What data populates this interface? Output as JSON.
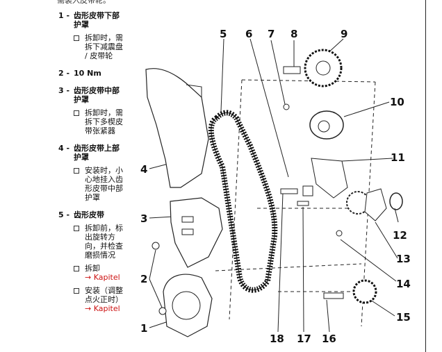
{
  "top_text": "需装入皮带轮。",
  "items": [
    {
      "num": "1 -",
      "title": "齿形皮带下部护罩",
      "subs": [
        {
          "text": "拆卸时，需拆下减震盘 / 皮带轮"
        }
      ]
    },
    {
      "num": "2 -",
      "title": "10 Nm",
      "subs": []
    },
    {
      "num": "3 -",
      "title": "齿形皮带中部护罩",
      "subs": [
        {
          "text": "拆卸时，需拆下多楔皮带张紧器"
        }
      ]
    },
    {
      "num": "4 -",
      "title": "齿形皮带上部护罩",
      "subs": [
        {
          "text": "安装时，小心地挂入齿形皮带中部护罩"
        }
      ]
    },
    {
      "num": "5 -",
      "title": "齿形皮带",
      "subs": [
        {
          "text": "拆卸前，标出旋转方向，并检查磨损情况"
        },
        {
          "text": "拆卸",
          "link": "→ Kapitel"
        },
        {
          "text": "安装（调整点火正时）",
          "link": "→ Kapitel"
        }
      ]
    }
  ],
  "diagram_labels": {
    "l1": "1",
    "l2": "2",
    "l3": "3",
    "l4": "4",
    "l5": "5",
    "l6": "6",
    "l7": "7",
    "l8": "8",
    "l9": "9",
    "l10": "10",
    "l11": "11",
    "l12": "12",
    "l13": "13",
    "l14": "14",
    "l15": "15",
    "l16": "16",
    "l17": "17",
    "l18": "18"
  }
}
